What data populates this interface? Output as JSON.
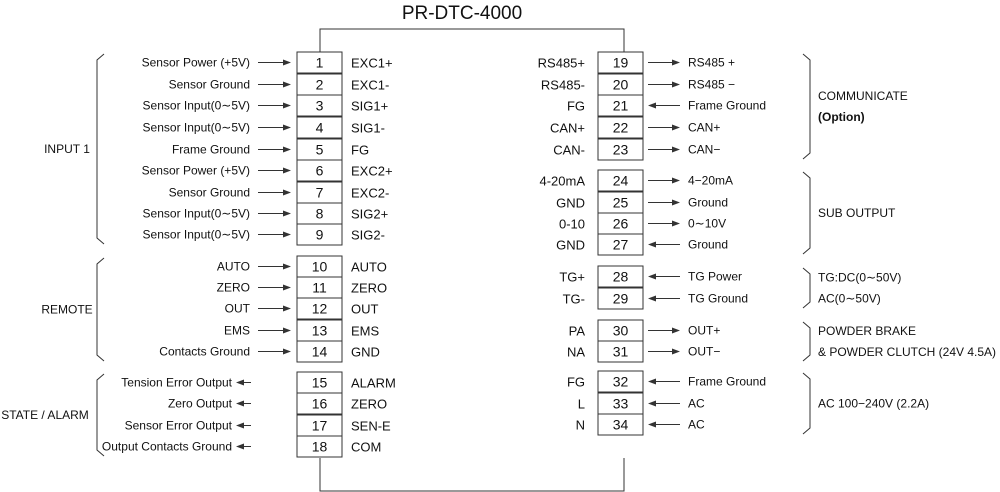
{
  "title": "PR-DTC-4000",
  "colors": {
    "line": "#333333",
    "text": "#111111"
  },
  "left_rows": [
    {
      "desc": "Sensor Power (+5V)",
      "dir": "in",
      "num": "1",
      "sig": "EXC1+"
    },
    {
      "desc": "Sensor Ground",
      "dir": "in",
      "num": "2",
      "sig": "EXC1-"
    },
    {
      "desc": "Sensor Input(0∼5V)",
      "dir": "in",
      "num": "3",
      "sig": "SIG1+"
    },
    {
      "desc": "Sensor Input(0∼5V)",
      "dir": "in",
      "num": "4",
      "sig": "SIG1-"
    },
    {
      "desc": "Frame Ground",
      "dir": "in",
      "num": "5",
      "sig": "FG"
    },
    {
      "desc": "Sensor Power (+5V)",
      "dir": "in",
      "num": "6",
      "sig": "EXC2+"
    },
    {
      "desc": "Sensor Ground",
      "dir": "in",
      "num": "7",
      "sig": "EXC2-"
    },
    {
      "desc": "Sensor Input(0∼5V)",
      "dir": "in",
      "num": "8",
      "sig": "SIG2+"
    },
    {
      "desc": "Sensor Input(0∼5V)",
      "dir": "in",
      "num": "9",
      "sig": "SIG2-"
    },
    {
      "desc": "AUTO",
      "dir": "in",
      "num": "10",
      "sig": "AUTO"
    },
    {
      "desc": "ZERO",
      "dir": "in",
      "num": "11",
      "sig": "ZERO"
    },
    {
      "desc": "OUT",
      "dir": "in",
      "num": "12",
      "sig": "OUT"
    },
    {
      "desc": "EMS",
      "dir": "in",
      "num": "13",
      "sig": "EMS"
    },
    {
      "desc": "Contacts Ground",
      "dir": "in",
      "num": "14",
      "sig": "GND"
    },
    {
      "desc": "Tension Error Output",
      "dir": "out",
      "num": "15",
      "sig": "ALARM"
    },
    {
      "desc": "Zero Output",
      "dir": "out",
      "num": "16",
      "sig": "ZERO"
    },
    {
      "desc": "Sensor Error Output",
      "dir": "out",
      "num": "17",
      "sig": "SEN-E"
    },
    {
      "desc": "Output Contacts Ground",
      "dir": "out",
      "num": "18",
      "sig": "COM"
    }
  ],
  "right_rows": [
    {
      "sig": "RS485+",
      "num": "19",
      "dir": "out",
      "desc": "RS485 +"
    },
    {
      "sig": "RS485-",
      "num": "20",
      "dir": "out",
      "desc": "RS485 −"
    },
    {
      "sig": "FG",
      "num": "21",
      "dir": "in",
      "desc": "Frame Ground"
    },
    {
      "sig": "CAN+",
      "num": "22",
      "dir": "out",
      "desc": "CAN+"
    },
    {
      "sig": "CAN-",
      "num": "23",
      "dir": "out",
      "desc": "CAN−"
    },
    {
      "sig": "4-20mA",
      "num": "24",
      "dir": "out",
      "desc": "4−20mA"
    },
    {
      "sig": "GND",
      "num": "25",
      "dir": "out",
      "desc": "Ground"
    },
    {
      "sig": "0-10",
      "num": "26",
      "dir": "out",
      "desc": "0∼10V"
    },
    {
      "sig": "GND",
      "num": "27",
      "dir": "in",
      "desc": "Ground"
    },
    {
      "sig": "TG+",
      "num": "28",
      "dir": "in",
      "desc": "TG Power"
    },
    {
      "sig": "TG-",
      "num": "29",
      "dir": "in",
      "desc": "TG Ground"
    },
    {
      "sig": "PA",
      "num": "30",
      "dir": "out",
      "desc": "OUT+"
    },
    {
      "sig": "NA",
      "num": "31",
      "dir": "out",
      "desc": "OUT−"
    },
    {
      "sig": "FG",
      "num": "32",
      "dir": "in",
      "desc": "Frame Ground"
    },
    {
      "sig": "L",
      "num": "33",
      "dir": "in",
      "desc": "AC"
    },
    {
      "sig": "N",
      "num": "34",
      "dir": "in",
      "desc": "AC"
    }
  ],
  "left_groups": [
    {
      "label": "INPUT 1",
      "first": 0,
      "last": 8
    },
    {
      "label": "REMOTE",
      "first": 9,
      "last": 13
    },
    {
      "label": "STATE / ALARM",
      "first": 14,
      "last": 17
    }
  ],
  "right_groups": [
    {
      "lines": [
        "COMMUNICATE",
        "(Option)"
      ],
      "bold_last": true,
      "first": 0,
      "last": 4
    },
    {
      "lines": [
        "SUB OUTPUT"
      ],
      "bold_last": false,
      "first": 5,
      "last": 8
    },
    {
      "lines": [
        "TG:DC(0∼50V)",
        "AC(0∼50V)"
      ],
      "bold_last": false,
      "first": 9,
      "last": 10
    },
    {
      "lines": [
        "POWDER BRAKE",
        "& POWDER CLUTCH (24V 4.5A)"
      ],
      "bold_last": false,
      "first": 11,
      "last": 12
    },
    {
      "lines": [
        "AC 100−240V (2.2A)"
      ],
      "bold_last": false,
      "first": 13,
      "last": 15
    }
  ]
}
